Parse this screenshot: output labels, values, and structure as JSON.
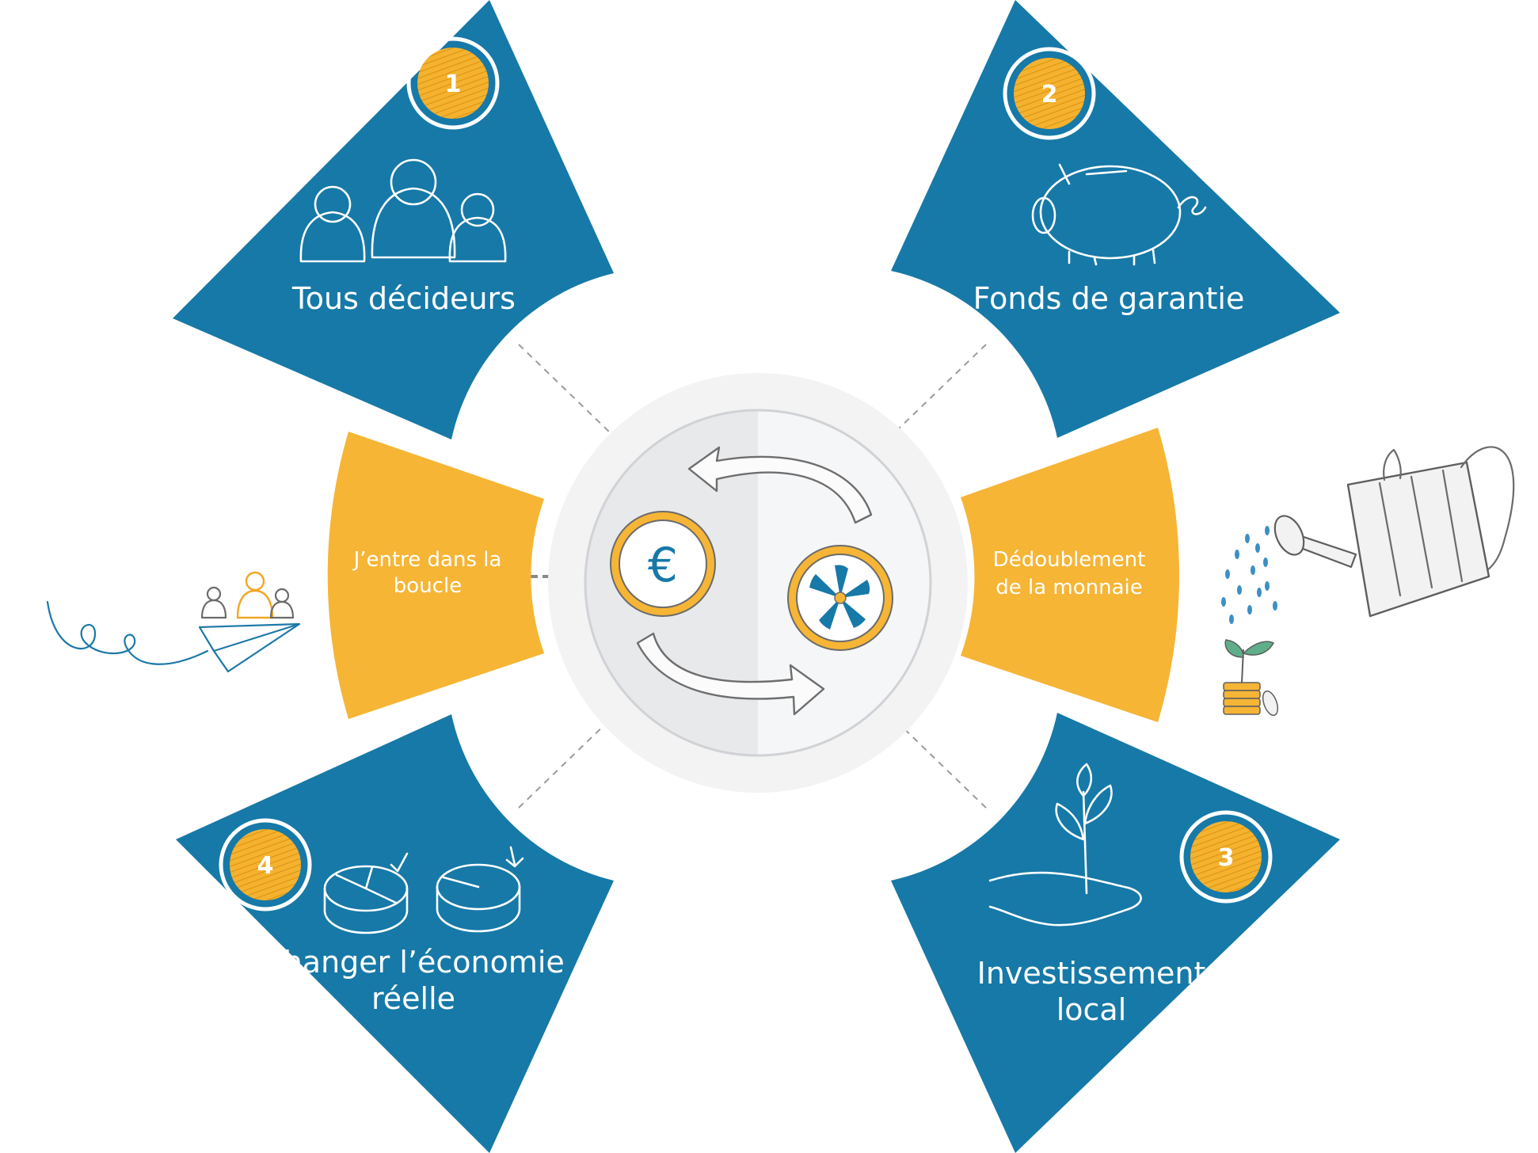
{
  "colors": {
    "blue": "#1679a8",
    "yellow": "#f6b535",
    "light": "#eeeeee",
    "grey": "#9a9a9a"
  },
  "center": {
    "icons": [
      "euro-coin-icon",
      "local-currency-coin-icon",
      "exchange-arrows-icon"
    ]
  },
  "blades": [
    {
      "number": "1",
      "title": "Tous décideurs",
      "icon": "people-icon"
    },
    {
      "number": "2",
      "title": "Fonds de garantie",
      "icon": "piggy-bank-icon"
    },
    {
      "number": "3",
      "title_line1": "Investissement",
      "title_line2": "local",
      "icon": "hand-plant-icon"
    },
    {
      "number": "4",
      "title_line1": "Changer l’économie",
      "title_line2": "réelle",
      "icon": "pie-charts-icon"
    }
  ],
  "left_panel": {
    "line1": "J’entre dans la",
    "line2": "boucle",
    "icon": "paper-plane-people-icon"
  },
  "right_panel": {
    "line1": "Dédoublement",
    "line2": "de la monnaie",
    "icon": "watering-can-icon"
  }
}
